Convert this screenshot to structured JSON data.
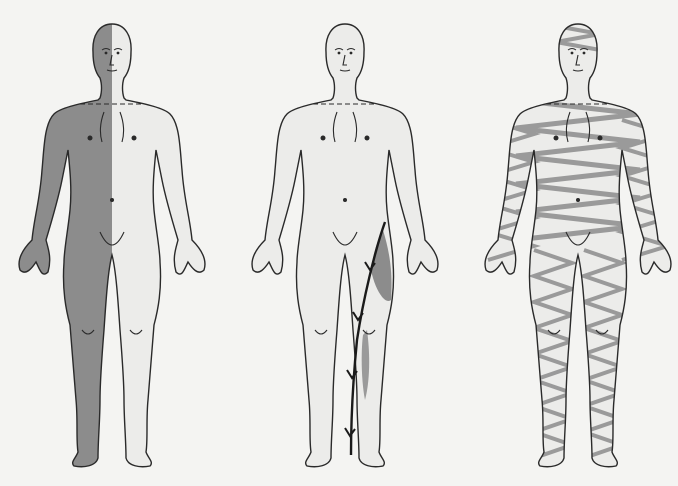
{
  "figures": [
    {
      "id": "hemibody",
      "pattern": "left-half-shaded"
    },
    {
      "id": "dermatomal-leg",
      "pattern": "lateral-leg-band-with-arrows"
    },
    {
      "id": "zigzag",
      "pattern": "crisscross-bands"
    }
  ],
  "colors": {
    "background": "#f4f4f2",
    "skin": "#ececea",
    "outline": "#2a2a2a",
    "shade": "#8c8c8c",
    "zigzag": "#9a9a9a",
    "arrow": "#1a1a1a"
  }
}
